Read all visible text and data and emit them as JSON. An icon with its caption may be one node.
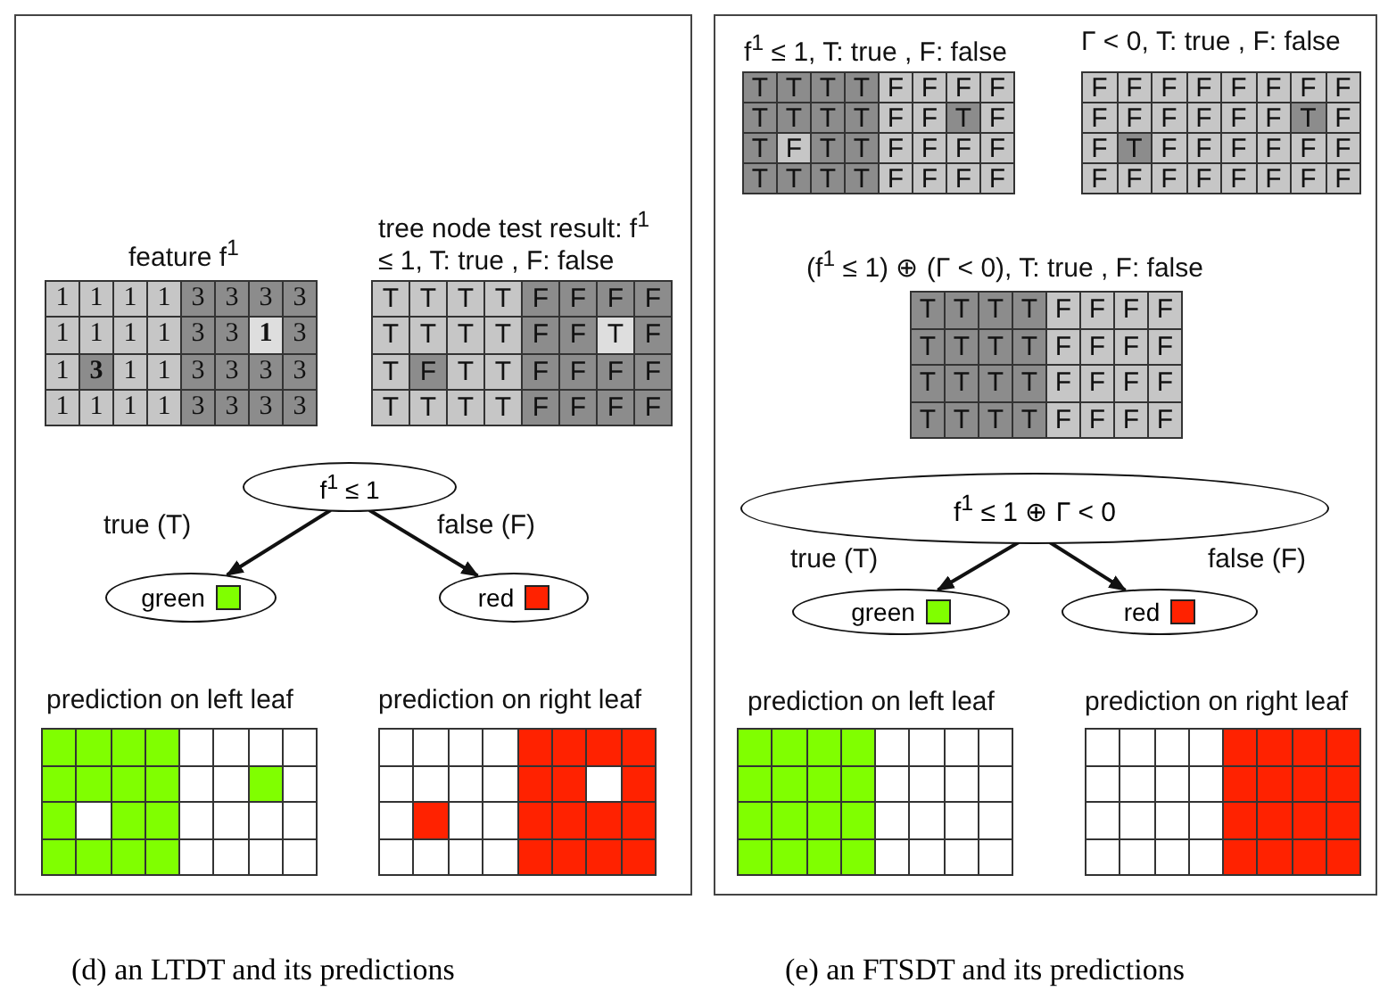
{
  "diagram": {
    "nodes": [
      {
        "text": [
          "f$^{1}$ ≤ 1"
        ]
      },
      {
        "text": [
          "green"
        ]
      },
      {
        "text": [
          "red"
        ]
      },
      {
        "text": [
          "f$^{1}$ ≤ 1 ⊕ Γ < 0"
        ]
      },
      {
        "text": [
          "green"
        ]
      },
      {
        "text": [
          "red"
        ]
      }
    ],
    "edges": [
      {
        "from": 0,
        "to": 1,
        "arrow": "to",
        "label": "true (T)"
      },
      {
        "from": 0,
        "to": 2,
        "arrow": "to",
        "label": "false (F)"
      },
      {
        "from": 3,
        "to": 4,
        "arrow": "to",
        "label": "true (T)"
      },
      {
        "from": 3,
        "to": 5,
        "arrow": "to",
        "label": "false (F)"
      }
    ],
    "labels": [
      "feature f$^{1}$",
      "1",
      "1",
      "1",
      "1",
      "3",
      "3",
      "3",
      "3",
      "1",
      "1",
      "1",
      "1",
      "3",
      "3",
      "1",
      "3",
      "1",
      "3",
      "1",
      "1",
      "3",
      "3",
      "3",
      "3",
      "1",
      "1",
      "1",
      "1",
      "3",
      "3",
      "3",
      "3",
      "tree node test result: f$^{1}$ ≤ 1, T: true , F: false",
      "T",
      "T",
      "T",
      "T",
      "F",
      "F",
      "F",
      "F",
      "T",
      "T",
      "T",
      "T",
      "F",
      "F",
      "T",
      "F",
      "T",
      "F",
      "T",
      "T",
      "F",
      "F",
      "F",
      "F",
      "T",
      "T",
      "T",
      "T",
      "F",
      "F",
      "F",
      "F",
      "f$^{1}$ ≤ 1, T: true , F: false",
      "T",
      "T",
      "T",
      "T",
      "F",
      "F",
      "F",
      "F",
      "T",
      "T",
      "T",
      "T",
      "F",
      "F",
      "T",
      "F",
      "T",
      "F",
      "T",
      "T",
      "F",
      "F",
      "F",
      "F",
      "T",
      "T",
      "T",
      "T",
      "F",
      "F",
      "F",
      "F",
      "Γ < 0, T: true , F: false",
      "F",
      "F",
      "F",
      "F",
      "F",
      "F",
      "F",
      "F",
      "F",
      "F",
      "F",
      "F",
      "F",
      "F",
      "T",
      "F",
      "F",
      "T",
      "F",
      "F",
      "F",
      "F",
      "F",
      "F",
      "F",
      "F",
      "F",
      "F",
      "F",
      "F",
      "F",
      "F",
      "(f$^{1}$ ≤ 1) ⊕ (Γ < 0), T: true , F: false",
      "T",
      "T",
      "T",
      "T",
      "F",
      "F",
      "F",
      "F",
      "T",
      "T",
      "T",
      "T",
      "F",
      "F",
      "F",
      "F",
      "T",
      "T",
      "T",
      "T",
      "F",
      "F",
      "F",
      "F",
      "T",
      "T",
      "T",
      "T",
      "F",
      "F",
      "F",
      "F",
      "prediction on left leaf",
      "prediction on right leaf",
      "prediction on left leaf",
      "prediction on right leaf",
      "(d) an LTDT and its predictions",
      "(e) an FTSDT and its predictions"
    ]
  }
}
